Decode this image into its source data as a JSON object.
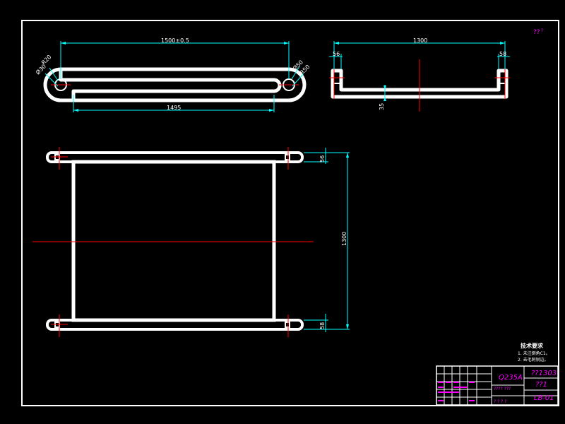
{
  "drawing": {
    "dim_top_overall": "1500±0.5",
    "dim_top_inner": "1495",
    "dim_r20": "R20",
    "dim_d30": "Ø30",
    "dim_d50": "Ø50",
    "dim_d50b": "R50",
    "dim_side_overall": "1300",
    "dim_side_left": "56",
    "dim_side_right": "58",
    "dim_side_height": "35",
    "dim_plan_56": "56",
    "dim_plan_58": "58",
    "dim_plan_1300": "1300",
    "corner_mark": "??",
    "corner_mark_sup": "?"
  },
  "notes": {
    "title": "技术要求",
    "line1": "1. 未注倒角C1。",
    "line2": "2. 去毛刺锐边。"
  },
  "title_block": {
    "material": "Q235A",
    "code": "??1303",
    "name": "??1",
    "drawing_no": "LB-01",
    "small_row1": "???? ???",
    "small_row2": "? ? ? ?"
  },
  "colors": {
    "outline": "#ffffff",
    "dimension": "#00ffff",
    "centerline": "#ff0000",
    "titleblock_text": "#ff00ff"
  }
}
